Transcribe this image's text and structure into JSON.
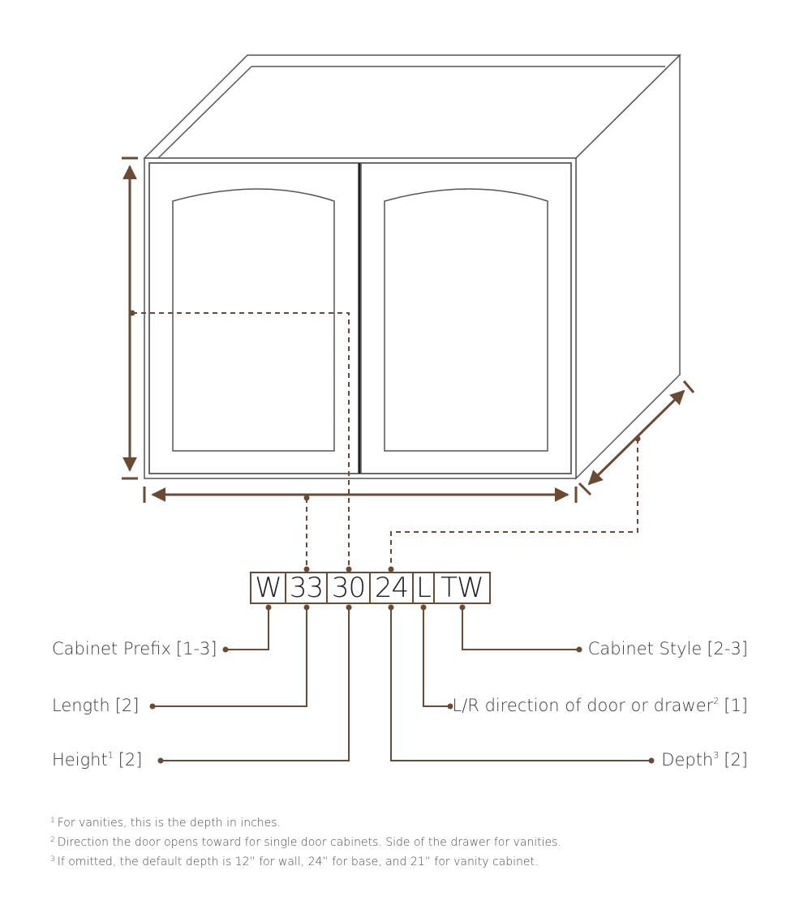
{
  "code_segments": [
    {
      "id": "prefix",
      "text": "W"
    },
    {
      "id": "length",
      "text": "33"
    },
    {
      "id": "height",
      "text": "30"
    },
    {
      "id": "depth",
      "text": "24"
    },
    {
      "id": "direction",
      "text": "L"
    },
    {
      "id": "style",
      "text": "TW"
    }
  ],
  "labels": {
    "prefix": {
      "text": "Cabinet Prefix",
      "range": "[1-3]"
    },
    "length": {
      "text": "Length",
      "range": "[2]"
    },
    "height": {
      "text": "Height",
      "sup": "1",
      "range": "[2]"
    },
    "style": {
      "text": "Cabinet Style",
      "range": "[2-3]"
    },
    "direction": {
      "text": "L/R direction of door or drawer",
      "sup": "2",
      "range": "[1]"
    },
    "depth": {
      "text": "Depth",
      "sup": "3",
      "range": "[2]"
    }
  },
  "footnotes": [
    {
      "mark": "1",
      "text": "For vanities, this is the depth in inches."
    },
    {
      "mark": "2",
      "text": "Direction the door opens toward for single door cabinets. Side of the drawer for vanities."
    },
    {
      "mark": "3",
      "text": "If omitted, the default depth is 12” for wall, 24” for base, and 21” for vanity cabinet."
    }
  ],
  "colors": {
    "accent": "#6b4a34",
    "outline": "#555555",
    "text": "#3a3a3a"
  }
}
